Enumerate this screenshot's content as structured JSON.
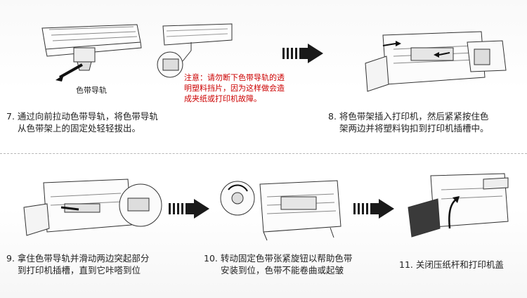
{
  "steps": {
    "s7": {
      "line1": "7. 通过向前拉动色带导轨，将色带导轨",
      "line2": "从色带架上的固定处轻轻拔出。"
    },
    "s8": {
      "line1": "8. 将色带架插入打印机，然后紧紧按住色",
      "line2": "架两边并将塑料钩扣到打印机插槽中。"
    },
    "s9": {
      "line1": "9. 拿住色带导轨并滑动两边突起部分",
      "line2": "到打印机插槽，直到它咔嗒到位"
    },
    "s10": {
      "line1": "10. 转动固定色带张紧旋钮以帮助色带",
      "line2": "安装到位，色带不能卷曲或起皱"
    },
    "s11": {
      "line1": "11. 关闭压纸杆和打印机盖"
    }
  },
  "warning": {
    "line1": "注意：请勿断下色带导轨的透",
    "line2": "明塑料挡片，因为这样做会造",
    "line3": "成夹纸或打印机故障。"
  },
  "labels": {
    "ribbon_guide": "色带导轨"
  },
  "colors": {
    "warning": "#cc0000",
    "text": "#222222",
    "divider": "#b8b8b8",
    "arrow": "#1a1a1a"
  }
}
